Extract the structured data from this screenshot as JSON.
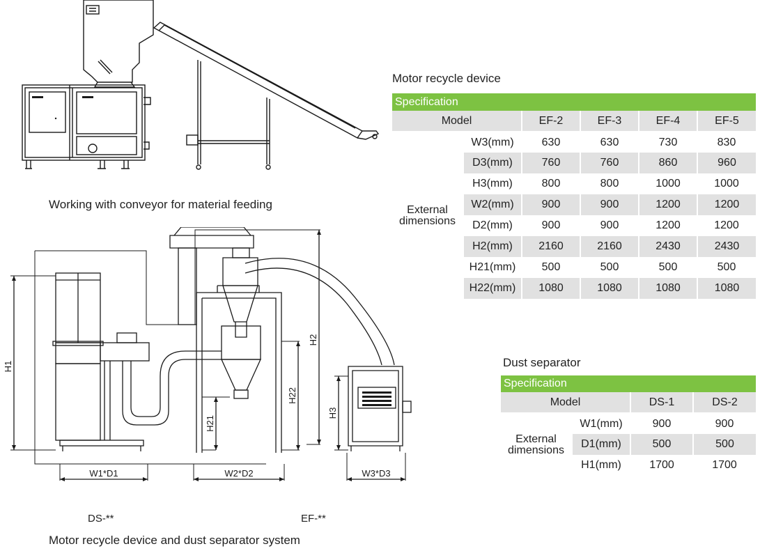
{
  "top_caption": "Working with conveyor for material feeding",
  "bottom_caption": "Motor recycle device and dust separator system",
  "diagram_labels": {
    "h1": "H1",
    "h2": "H2",
    "h3": "H3",
    "h21": "H21",
    "h22": "H22",
    "w1d1": "W1*D1",
    "w2d2": "W2*D2",
    "w3d3": "W3*D3",
    "ds": "DS-**",
    "ef": "EF-**"
  },
  "motor_table": {
    "title": "Motor recycle device",
    "spec_label": "Specification",
    "model_label": "Model",
    "models": [
      "EF-2",
      "EF-3",
      "EF-4",
      "EF-5"
    ],
    "group_label_line1": "External",
    "group_label_line2": "dimensions",
    "rows": [
      {
        "label": "W3(mm)",
        "values": [
          "630",
          "630",
          "730",
          "830"
        ]
      },
      {
        "label": "D3(mm)",
        "values": [
          "760",
          "760",
          "860",
          "960"
        ]
      },
      {
        "label": "H3(mm)",
        "values": [
          "800",
          "800",
          "1000",
          "1000"
        ]
      },
      {
        "label": "W2(mm)",
        "values": [
          "900",
          "900",
          "1200",
          "1200"
        ]
      },
      {
        "label": "D2(mm)",
        "values": [
          "900",
          "900",
          "1200",
          "1200"
        ]
      },
      {
        "label": "H2(mm)",
        "values": [
          "2160",
          "2160",
          "2430",
          "2430"
        ]
      },
      {
        "label": "H21(mm)",
        "values": [
          "500",
          "500",
          "500",
          "500"
        ]
      },
      {
        "label": "H22(mm)",
        "values": [
          "1080",
          "1080",
          "1080",
          "1080"
        ]
      }
    ]
  },
  "dust_table": {
    "title": "Dust separator",
    "spec_label": "Specification",
    "model_label": "Model",
    "models": [
      "DS-1",
      "DS-2"
    ],
    "group_label_line1": "External",
    "group_label_line2": "dimensions",
    "rows": [
      {
        "label": "W1(mm)",
        "values": [
          "900",
          "900"
        ]
      },
      {
        "label": "D1(mm)",
        "values": [
          "500",
          "500"
        ]
      },
      {
        "label": "H1(mm)",
        "values": [
          "1700",
          "1700"
        ]
      }
    ]
  },
  "colors": {
    "accent_green": "#7dc242",
    "row_gray": "#e1e1e1",
    "line": "#1a1a1a"
  }
}
